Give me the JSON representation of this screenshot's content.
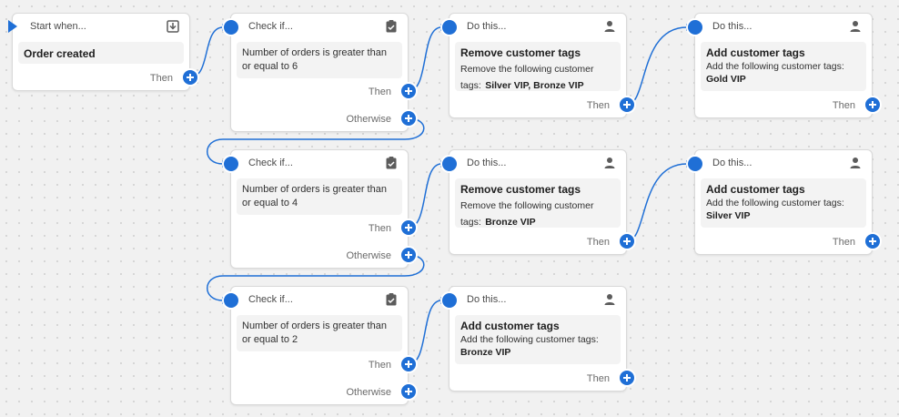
{
  "trigger": {
    "header": "Start when...",
    "event": "Order created",
    "then_label": "Then",
    "icon": "download-box-icon"
  },
  "conditions": [
    {
      "header": "Check if...",
      "text": "Number of orders is greater than or equal to 6",
      "then_label": "Then",
      "otherwise_label": "Otherwise",
      "icon": "clipboard-check-icon"
    },
    {
      "header": "Check if...",
      "text": "Number of orders is greater than or equal to 4",
      "then_label": "Then",
      "otherwise_label": "Otherwise",
      "icon": "clipboard-check-icon"
    },
    {
      "header": "Check if...",
      "text": "Number of orders is greater than or equal to 2",
      "then_label": "Then",
      "otherwise_label": "Otherwise",
      "icon": "clipboard-check-icon"
    }
  ],
  "actions": [
    {
      "header": "Do this...",
      "title": "Remove customer tags",
      "desc": "Remove the following customer tags:",
      "tags": "Silver VIP, Bronze VIP",
      "then_label": "Then",
      "icon": "person-icon"
    },
    {
      "header": "Do this...",
      "title": "Add customer tags",
      "desc": "Add the following customer tags:",
      "tags": "Gold VIP",
      "then_label": "Then",
      "icon": "person-icon"
    },
    {
      "header": "Do this...",
      "title": "Remove customer tags",
      "desc": "Remove the following customer tags:",
      "tags": "Bronze VIP",
      "then_label": "Then",
      "icon": "person-icon"
    },
    {
      "header": "Do this...",
      "title": "Add customer tags",
      "desc": "Add the following customer tags:",
      "tags": "Silver VIP",
      "then_label": "Then",
      "icon": "person-icon"
    },
    {
      "header": "Do this...",
      "title": "Add customer tags",
      "desc": "Add the following customer tags:",
      "tags": "Bronze VIP",
      "then_label": "Then",
      "icon": "person-icon"
    }
  ],
  "colors": {
    "accent": "#1f6fd6",
    "canvas": "#f1f1f1",
    "card": "#ffffff",
    "body": "#f3f3f3"
  }
}
